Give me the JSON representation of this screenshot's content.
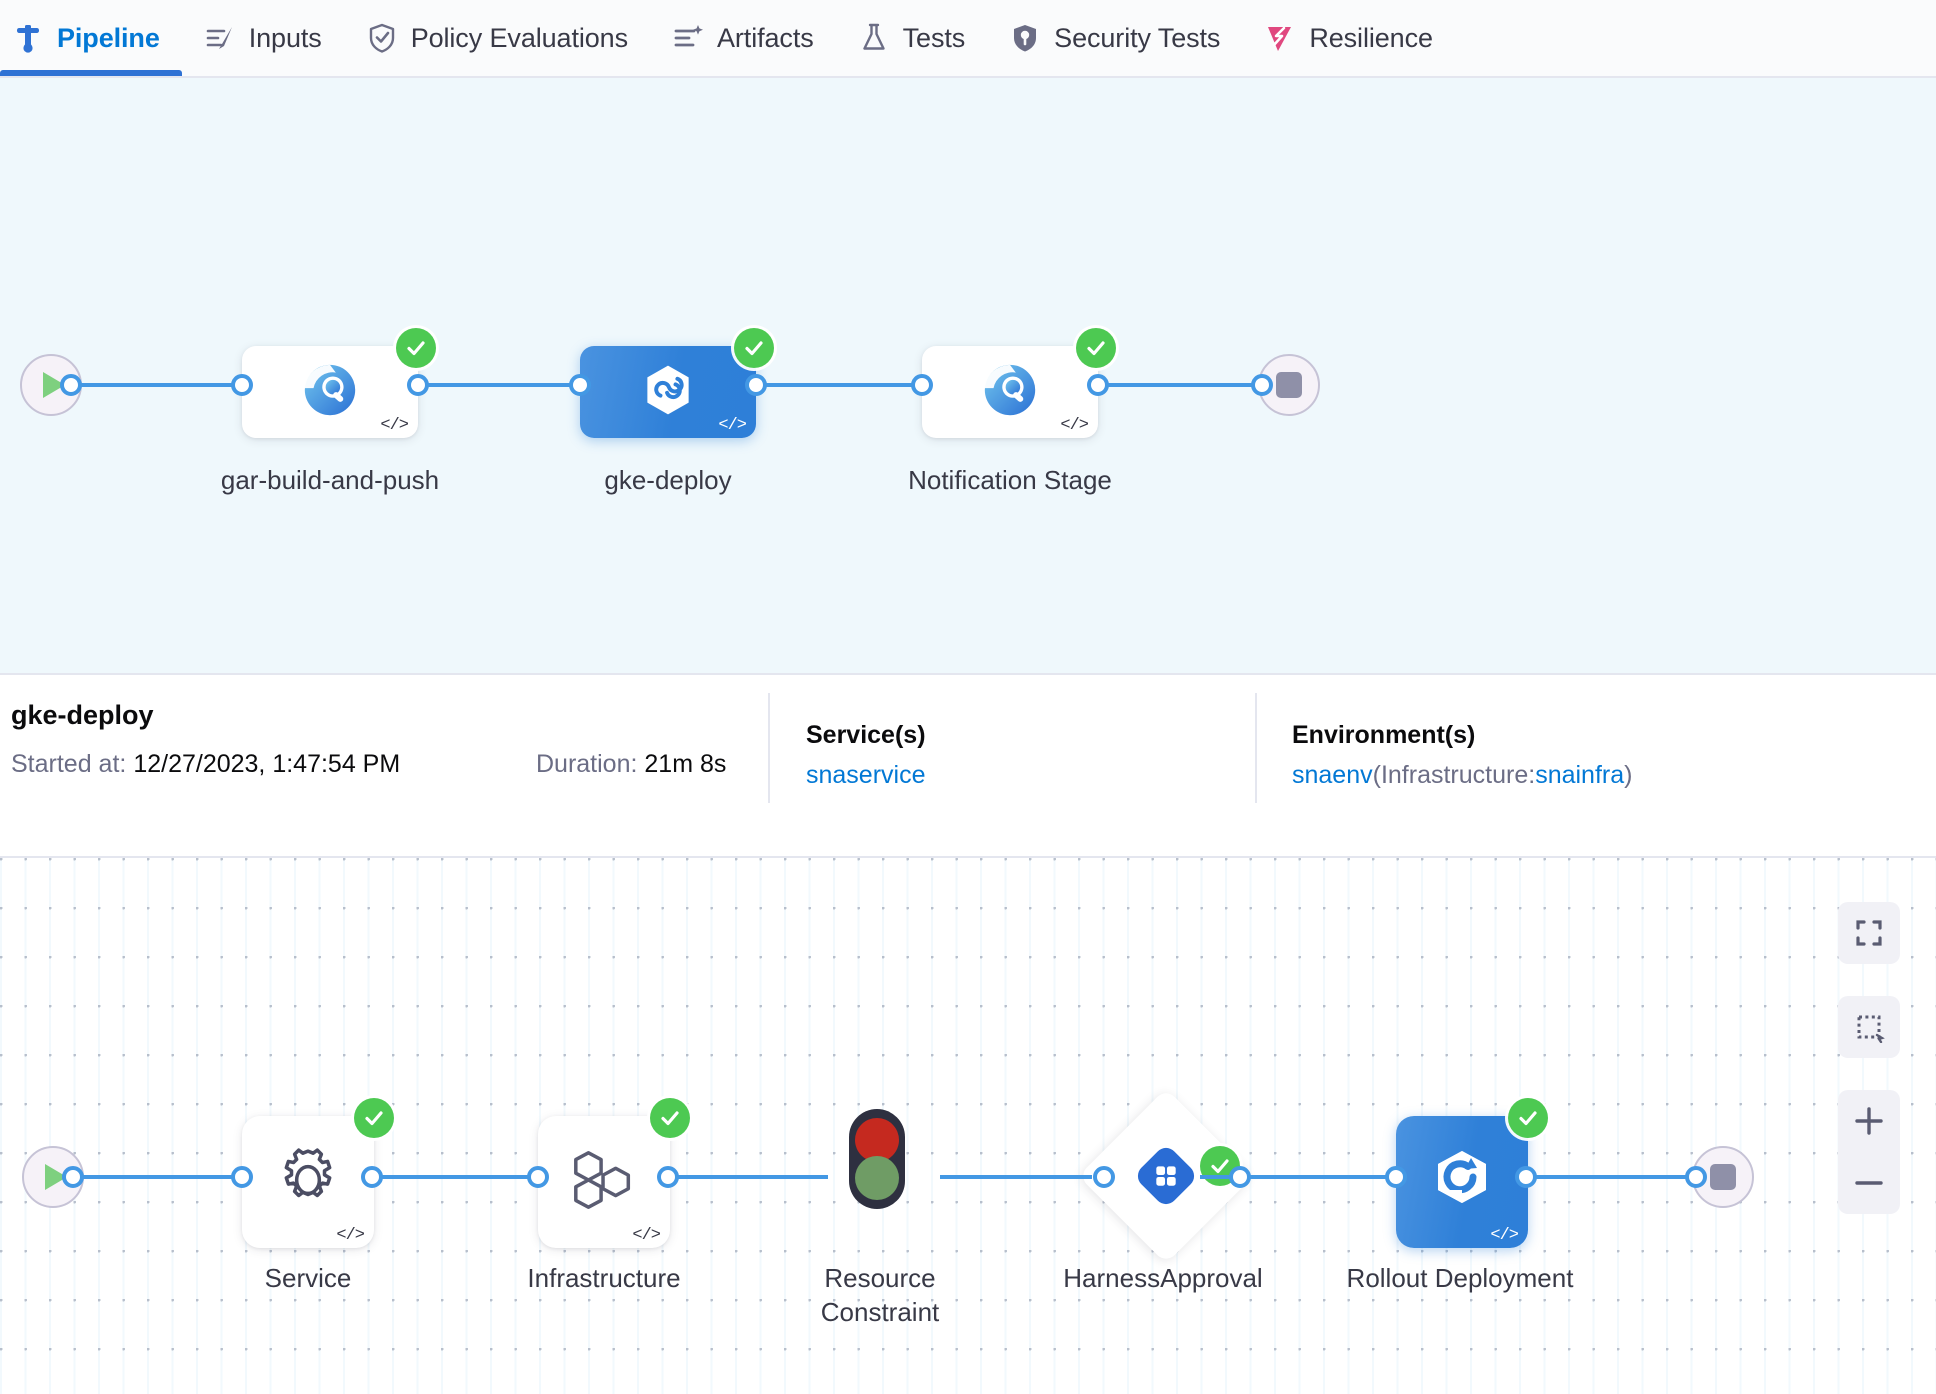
{
  "tabs": [
    {
      "label": "Pipeline",
      "icon": "pipeline-icon",
      "active": true
    },
    {
      "label": "Inputs",
      "icon": "inputs-icon",
      "active": false
    },
    {
      "label": "Policy Evaluations",
      "icon": "policy-shield-icon",
      "active": false
    },
    {
      "label": "Artifacts",
      "icon": "artifacts-list-icon",
      "active": false
    },
    {
      "label": "Tests",
      "icon": "flask-icon",
      "active": false
    },
    {
      "label": "Security Tests",
      "icon": "security-shield-icon",
      "active": false
    },
    {
      "label": "Resilience",
      "icon": "resilience-icon",
      "active": false
    }
  ],
  "pipeline_graph": {
    "start_node_icon": "play-icon",
    "end_node_icon": "stop-icon",
    "stages": [
      {
        "label": "gar-build-and-push",
        "icon": "gcp-build-icon",
        "status": "success",
        "selected": false,
        "has_code_tag": true
      },
      {
        "label": "gke-deploy",
        "icon": "harness-cd-icon",
        "status": "success",
        "selected": true,
        "has_code_tag": true
      },
      {
        "label": "Notification Stage",
        "icon": "gcp-build-icon",
        "status": "success",
        "selected": false,
        "has_code_tag": true
      }
    ]
  },
  "details": {
    "title": "gke-deploy",
    "started_label": "Started at:",
    "started_value": "12/27/2023, 1:47:54 PM",
    "duration_label": "Duration:",
    "duration_value": "21m 8s",
    "services_heading": "Service(s)",
    "service_value": "snaservice",
    "environments_heading": "Environment(s)",
    "environment_name": "snaenv",
    "environment_infra_prefix": "(Infrastructure:",
    "environment_infra_name": "snainfra",
    "environment_infra_suffix": ")"
  },
  "execution_graph": {
    "start_node_icon": "play-icon",
    "end_node_icon": "stop-icon",
    "steps": [
      {
        "label": "Service",
        "icon": "gear-icon",
        "shape": "card",
        "status": "success",
        "selected": false,
        "has_code_tag": true
      },
      {
        "label": "Infrastructure",
        "icon": "hexagons-icon",
        "shape": "card",
        "status": "success",
        "selected": false,
        "has_code_tag": true
      },
      {
        "label": "Resource Constraint",
        "icon": "traffic-light-icon",
        "shape": "bare",
        "status": "none",
        "selected": false,
        "has_code_tag": false
      },
      {
        "label": "HarnessApproval",
        "icon": "approval-icon",
        "shape": "diamond",
        "status": "success",
        "selected": false,
        "has_code_tag": false
      },
      {
        "label": "Rollout Deployment",
        "icon": "rollout-icon",
        "shape": "card",
        "status": "success",
        "selected": true,
        "has_code_tag": true
      }
    ],
    "controls": [
      {
        "name": "fit-to-screen-button",
        "icon": "expand-icon"
      },
      {
        "name": "select-region-button",
        "icon": "dotted-square-icon"
      },
      {
        "name": "zoom-in-button",
        "icon": "plus-icon"
      },
      {
        "name": "zoom-out-button",
        "icon": "minus-icon"
      }
    ]
  },
  "colors": {
    "accent_blue": "#0278d5",
    "link_blue": "#4398e4",
    "selected_node": "#2f80d8",
    "success_green": "#4dc952",
    "resilience_pink": "#e0487f",
    "panel_bg": "#eff8fc",
    "text_dark": "#383946",
    "text_muted": "#6b6d85"
  }
}
